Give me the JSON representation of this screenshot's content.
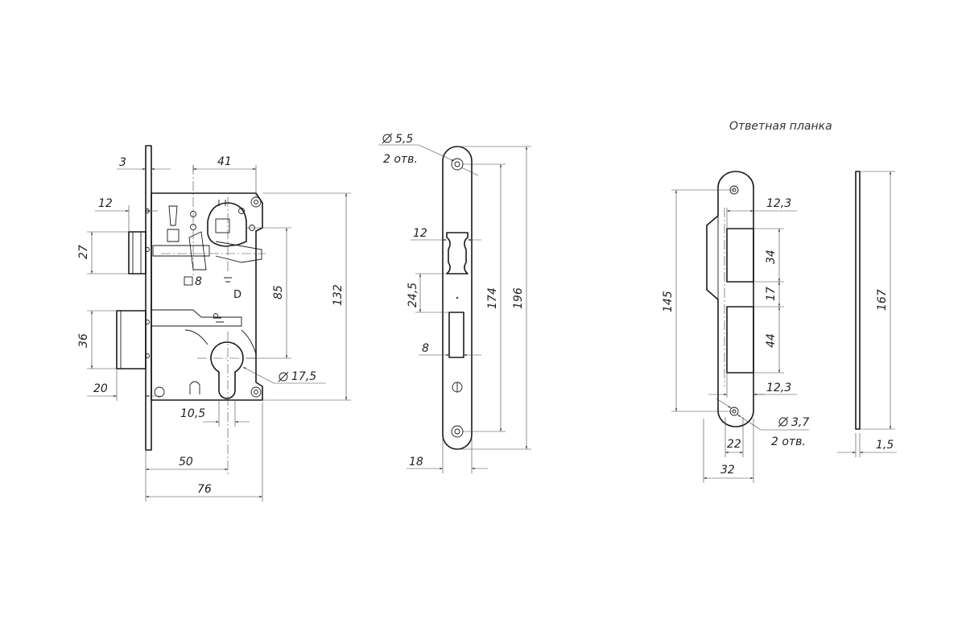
{
  "strike_plate": {
    "caption": "Ответная планка"
  },
  "lock_body": {
    "dims": {
      "d3": "3",
      "d41": "41",
      "d12": "12",
      "d27": "27",
      "d36": "36",
      "d20": "20",
      "d85": "85",
      "d132": "132",
      "d10_5": "10,5",
      "d50": "50",
      "d76": "76",
      "dia17_5": "17,5",
      "sq8": "8",
      "mark_d": "D"
    }
  },
  "faceplate": {
    "dims": {
      "dia5_5": "5,5",
      "holes": "2 отв.",
      "d12": "12",
      "d24_5": "24,5",
      "d8": "8",
      "d174": "174",
      "d196": "196",
      "d18": "18"
    }
  },
  "strike": {
    "dims": {
      "d12_3_top": "12,3",
      "d34": "34",
      "d17": "17",
      "d44": "44",
      "d12_3_bottom": "12,3",
      "d145": "145",
      "dia3_7": "3,7",
      "holes": "2 отв.",
      "d22": "22",
      "d32": "32",
      "d167": "167",
      "d1_5": "1,5"
    }
  }
}
